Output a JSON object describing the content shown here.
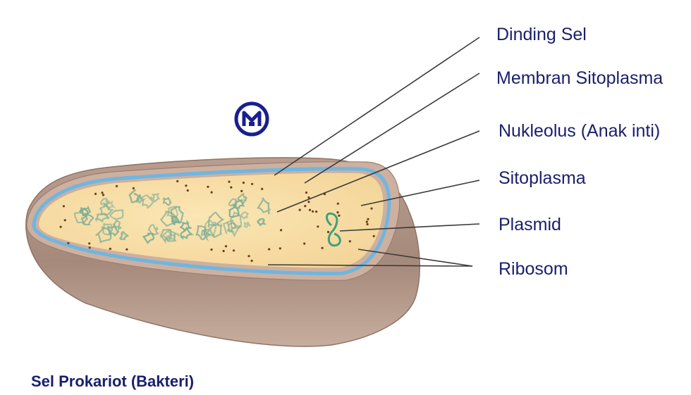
{
  "diagram": {
    "labels": {
      "cell_wall": "Dinding Sel",
      "cytoplasmic_membrane": "Membran Sitoplasma",
      "nucleolus": "Nukleolus (Anak inti)",
      "cytoplasm": "Sitoplasma",
      "plasmid": "Plasmid",
      "ribosome": "Ribosom"
    },
    "caption": "Sel Prokariot (Bakteri)"
  },
  "colors": {
    "label_text": "#1a1f6b",
    "leader_line": "#3a3a3a",
    "cell_wall_outer": "#a58a7c",
    "cell_wall_inner": "#cdb09f",
    "membrane": "#6fb6e0",
    "cytoplasm": "#f7dea4",
    "nucleoid": "#7fae97",
    "plasmid": "#3fa07a",
    "ribosome": "#6b3e22",
    "logo": "#1a1f8f"
  },
  "icons": {
    "logo": "m-circle-logo-icon"
  }
}
